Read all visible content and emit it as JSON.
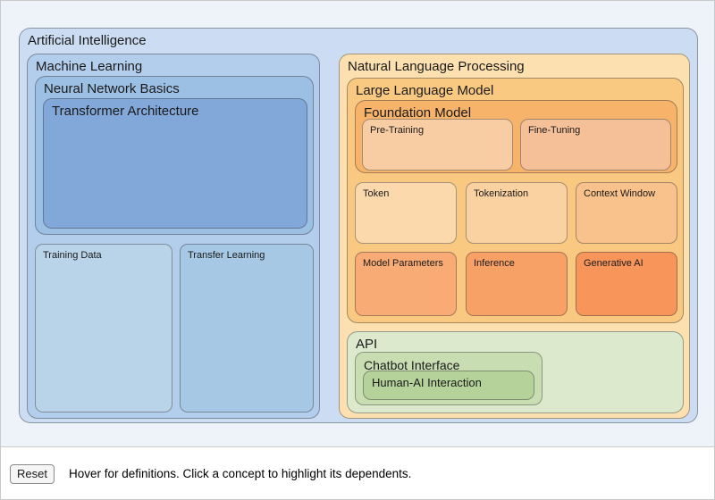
{
  "palette": {
    "canvas_bg": "#eef3fa",
    "footer_bg": "#ffffff",
    "page_border": "#c9c9c9",
    "text": "#1a1a1a"
  },
  "nodes": {
    "ai": {
      "label": "Artificial Intelligence",
      "color": "#cbdcf3"
    },
    "ml": {
      "label": "Machine Learning",
      "color": "#b3cdec"
    },
    "nnb": {
      "label": "Neural Network Basics",
      "color": "#9cbfe4"
    },
    "ta": {
      "label": "Transformer Architecture",
      "color": "#82a8da"
    },
    "td": {
      "label": "Training Data",
      "color": "#b9d4e9"
    },
    "tl": {
      "label": "Transfer Learning",
      "color": "#a6c8e5"
    },
    "nlp": {
      "label": "Natural Language Processing",
      "color": "#fce0af"
    },
    "llm": {
      "label": "Large Language Model",
      "color": "#f9c981"
    },
    "fm": {
      "label": "Foundation Model",
      "color": "#f6b369"
    },
    "pt": {
      "label": "Pre-Training",
      "color": "#f8cda3"
    },
    "ft": {
      "label": "Fine-Tuning",
      "color": "#f5bf97"
    },
    "token": {
      "label": "Token",
      "color": "#fbd9ad"
    },
    "tokenization": {
      "label": "Tokenization",
      "color": "#fad2a2"
    },
    "cw": {
      "label": "Context Window",
      "color": "#f9c28d"
    },
    "mp": {
      "label": "Model Parameters",
      "color": "#f9ab76"
    },
    "inference": {
      "label": "Inference",
      "color": "#f8a166"
    },
    "genai": {
      "label": "Generative AI",
      "color": "#f8955b"
    },
    "api": {
      "label": "API",
      "color": "#dce9cd"
    },
    "ci": {
      "label": "Chatbot Interface",
      "color": "#c8deb2"
    },
    "hai": {
      "label": "Human-AI Interaction",
      "color": "#b4d29a"
    }
  },
  "toolbar": {
    "reset_label": "Reset",
    "instructions": "Hover for definitions. Click a concept to highlight its dependents."
  }
}
